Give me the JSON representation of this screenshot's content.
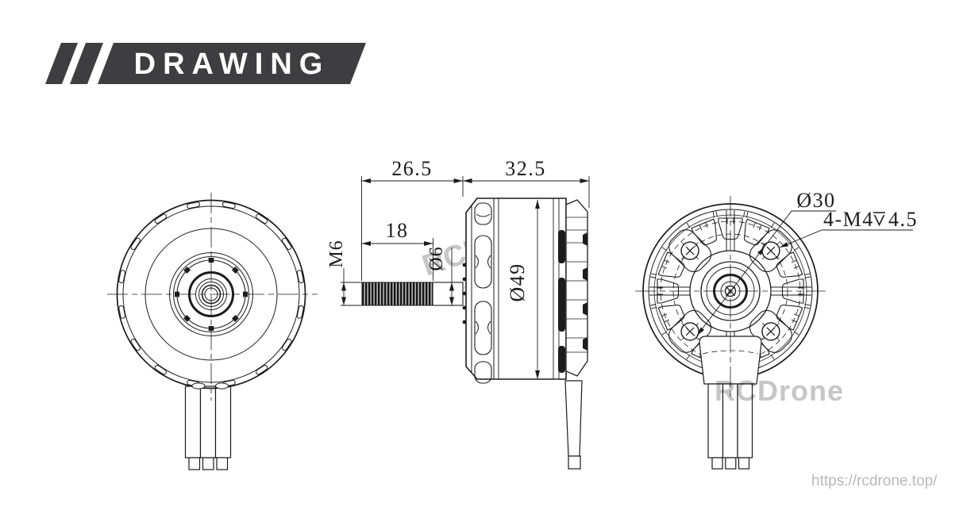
{
  "page": {
    "background": "#ffffff",
    "ink_color": "#1c1c1c",
    "watermark_color": "#c6c6c6",
    "logo_background": "#3e3e40"
  },
  "logo": {
    "label": "DRAWING"
  },
  "dimensions": {
    "shaft_length": "26.5",
    "body_width": "32.5",
    "thread_length": "18",
    "thread_spec": "M6",
    "shaft_diameter": "Ø6",
    "motor_diameter": "Ø49",
    "bolt_circle_diameter": "Ø30",
    "mount_thread_prefix": "4-M4",
    "mount_thread_depth": "4.5",
    "mount_thread_full": "4-M4⊽4.5"
  },
  "watermarks": {
    "brand": "RCDrone",
    "url": "https://rcdrone.top/"
  },
  "footer": {
    "url": "https://rcdrone.top/"
  }
}
